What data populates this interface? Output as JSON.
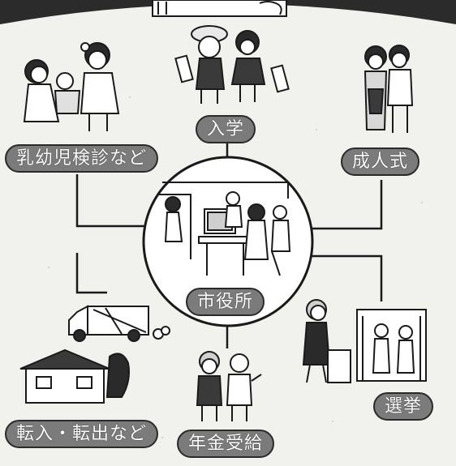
{
  "center": {
    "label": "市役所",
    "icon": "office-workers-illustration"
  },
  "nodes": [
    {
      "id": "entrance",
      "label": "入学",
      "icon": "students-illustration"
    },
    {
      "id": "coming-of-age",
      "label": "成人式",
      "icon": "kimono-couple-illustration"
    },
    {
      "id": "infant-checkup",
      "label": "乳幼児検診など",
      "icon": "doctor-baby-illustration"
    },
    {
      "id": "moving",
      "label": "転入・転出など",
      "icon": "moving-truck-house-illustration"
    },
    {
      "id": "pension",
      "label": "年金受給",
      "icon": "elderly-couple-illustration"
    },
    {
      "id": "election",
      "label": "選挙",
      "icon": "voting-booth-illustration"
    }
  ],
  "colors": {
    "pill": "#7b7b7b",
    "line": "#1a1a1a",
    "background": "#f1f1ee"
  }
}
